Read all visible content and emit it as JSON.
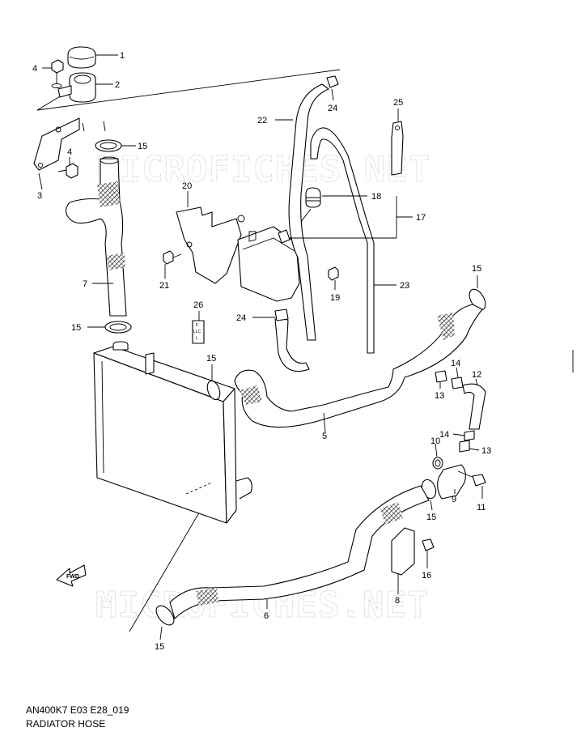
{
  "watermark": "MICROFICHES.NET",
  "caption": {
    "code": "AN400K7 E03 E28_019",
    "title": "RADIATOR HOSE"
  },
  "fwd_label": "FWD",
  "tag_26": {
    "line1": "F",
    "line2": "LLC",
    "line3": "L"
  },
  "callouts": [
    {
      "id": "c1",
      "text": "1"
    },
    {
      "id": "c2",
      "text": "2"
    },
    {
      "id": "c4a",
      "text": "4"
    },
    {
      "id": "c4b",
      "text": "4"
    },
    {
      "id": "c3",
      "text": "3"
    },
    {
      "id": "c15a",
      "text": "15"
    },
    {
      "id": "c7",
      "text": "7"
    },
    {
      "id": "c15b",
      "text": "15"
    },
    {
      "id": "c20",
      "text": "20"
    },
    {
      "id": "c21",
      "text": "21"
    },
    {
      "id": "c26",
      "text": "26"
    },
    {
      "id": "c22",
      "text": "22"
    },
    {
      "id": "c24a",
      "text": "24"
    },
    {
      "id": "c25",
      "text": "25"
    },
    {
      "id": "c18",
      "text": "18"
    },
    {
      "id": "c17",
      "text": "17"
    },
    {
      "id": "c19",
      "text": "19"
    },
    {
      "id": "c24b",
      "text": "24"
    },
    {
      "id": "c23",
      "text": "23"
    },
    {
      "id": "c15c",
      "text": "15"
    },
    {
      "id": "c15d",
      "text": "15"
    },
    {
      "id": "c5",
      "text": "5"
    },
    {
      "id": "c14a",
      "text": "14"
    },
    {
      "id": "c12",
      "text": "12"
    },
    {
      "id": "c13a",
      "text": "13"
    },
    {
      "id": "c14b",
      "text": "14"
    },
    {
      "id": "c10",
      "text": "10"
    },
    {
      "id": "c13b",
      "text": "13"
    },
    {
      "id": "c9",
      "text": "9"
    },
    {
      "id": "c11",
      "text": "11"
    },
    {
      "id": "c15e",
      "text": "15"
    },
    {
      "id": "c16",
      "text": "16"
    },
    {
      "id": "c8",
      "text": "8"
    },
    {
      "id": "c6",
      "text": "6"
    },
    {
      "id": "c15f",
      "text": "15"
    }
  ]
}
